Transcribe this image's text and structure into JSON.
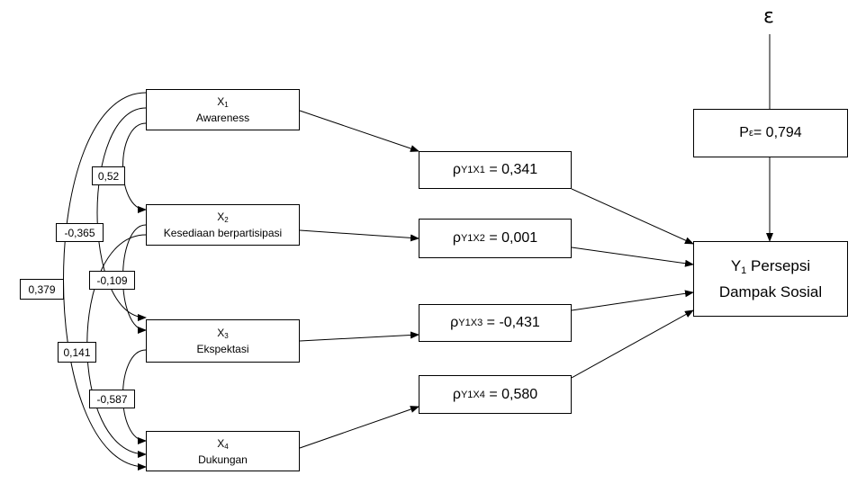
{
  "variables": [
    {
      "symbol": "X",
      "sub": "1",
      "label": "Awareness"
    },
    {
      "symbol": "X",
      "sub": "2",
      "label": "Kesediaan berpartisipasi"
    },
    {
      "symbol": "X",
      "sub": "3",
      "label": "Ekspektasi"
    },
    {
      "symbol": "X",
      "sub": "4",
      "label": "Dukungan"
    }
  ],
  "correlations": {
    "x1_x2": "0,52",
    "x1_x3": "-0,365",
    "x1_x4": "0,379",
    "x2_x3": "-0,109",
    "x2_x4": "0,141",
    "x3_x4": "-0,587"
  },
  "paths": [
    {
      "symbol": "ρ",
      "sub": "Y1X1",
      "value": "= 0,341"
    },
    {
      "symbol": "ρ",
      "sub": "Y1X2",
      "value": "= 0,001"
    },
    {
      "symbol": "ρ",
      "sub": "Y1X3",
      "value": "= -0,431"
    },
    {
      "symbol": "ρ",
      "sub": "Y1X4",
      "value": "= 0,580"
    }
  ],
  "outcome": {
    "symbol": "Y",
    "sub": "1",
    "line1_rest": " Persepsi",
    "line2": "Dampak Sosial"
  },
  "error": {
    "symbol": "ε",
    "p_symbol": "P",
    "p_sub": "ε",
    "p_value": " = 0,794"
  }
}
